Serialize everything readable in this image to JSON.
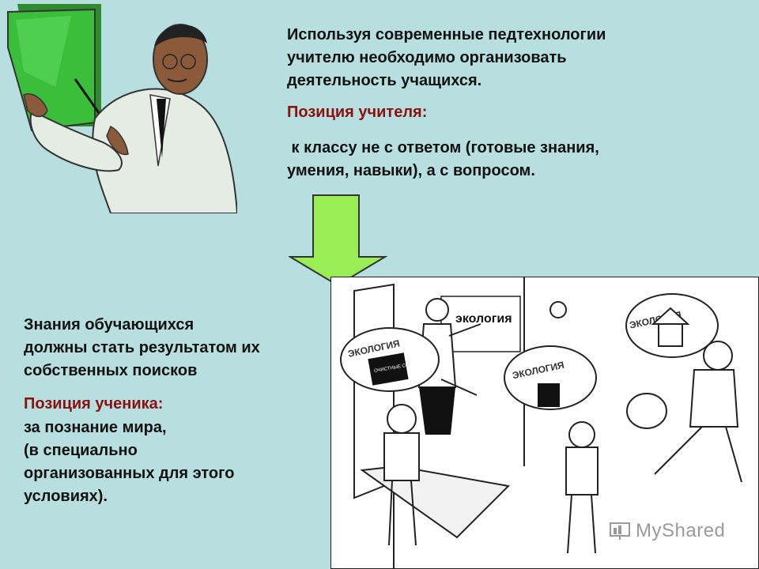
{
  "intro": {
    "line1": "Используя современные педтехнологии",
    "line2": "учителю необходимо организовать",
    "line3": "деятельность учащихся."
  },
  "teacher_position": {
    "heading": "Позиция учителя:",
    "line1": " к классу не с ответом (готовые знания,",
    "line2": "умения, навыки), а с вопросом."
  },
  "student_knowledge": {
    "line1": "Знания обучающихся",
    "line2": "должны стать результатом их",
    "line3": "собственных поисков"
  },
  "student_position": {
    "heading": "Позиция ученика:",
    "line1": "за познание мира,",
    "line2": "(в специально",
    "line3": "организованных для этого",
    "line4": "условиях)."
  },
  "illustration": {
    "board_text": "экология",
    "cloud1_text": "ЭКОЛОГИЯ",
    "cloud1_book": "ОЧИСТНЫЕ СООРУЖЕНИЯ",
    "cloud2_text": "ЭКОЛОГИЯ",
    "cloud3_text": "ЭКОЛОГИЯ"
  },
  "watermark": {
    "text": "MyShared"
  },
  "colors": {
    "background": "#b7dfdf",
    "accent_red": "#8b1010",
    "arrow_fill": "#99ee55",
    "board_green": "#3bbf3b"
  }
}
